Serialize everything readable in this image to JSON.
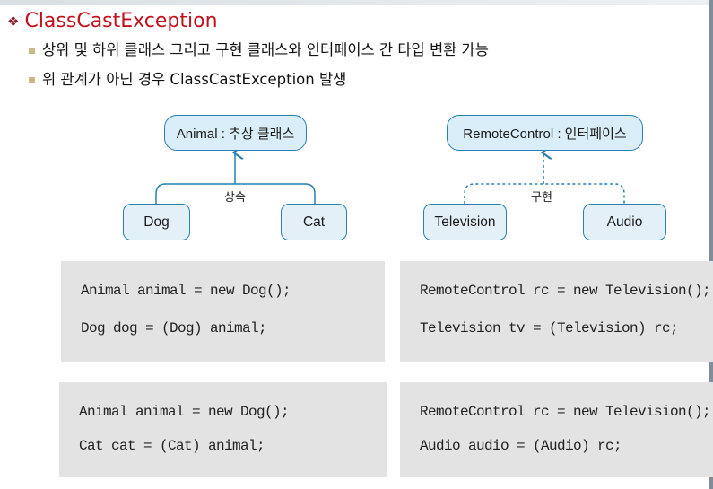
{
  "slide": {
    "title": "ClassCastException",
    "bullets": [
      "상위 및 하위 클래스 그리고 구현 클래스와 인터페이스 간 타입 변환 가능",
      "위 관계가 아닌 경우 ClassCastException 발생"
    ]
  },
  "diagram_left": {
    "parent": "Animal : 추상 클래스",
    "relation": "상속",
    "children": [
      "Dog",
      "Cat"
    ]
  },
  "diagram_right": {
    "parent": "RemoteControl : 인터페이스",
    "relation": "구현",
    "children": [
      "Television",
      "Audio"
    ]
  },
  "code_blocks": [
    [
      "Animal animal = new Dog();",
      "Dog dog = (Dog) animal;"
    ],
    [
      "RemoteControl rc = new Television();",
      "Television tv = (Television) rc;"
    ],
    [
      "Animal animal = new Dog();",
      "Cat cat = (Cat) animal;"
    ],
    [
      "RemoteControl rc = new Television();",
      "Audio audio = (Audio) rc;"
    ]
  ],
  "colors": {
    "title": "#c0121d",
    "node_border": "#2a7fb0",
    "node_fill": "#e3f0f8",
    "code_bg": "#e3e3e3"
  }
}
